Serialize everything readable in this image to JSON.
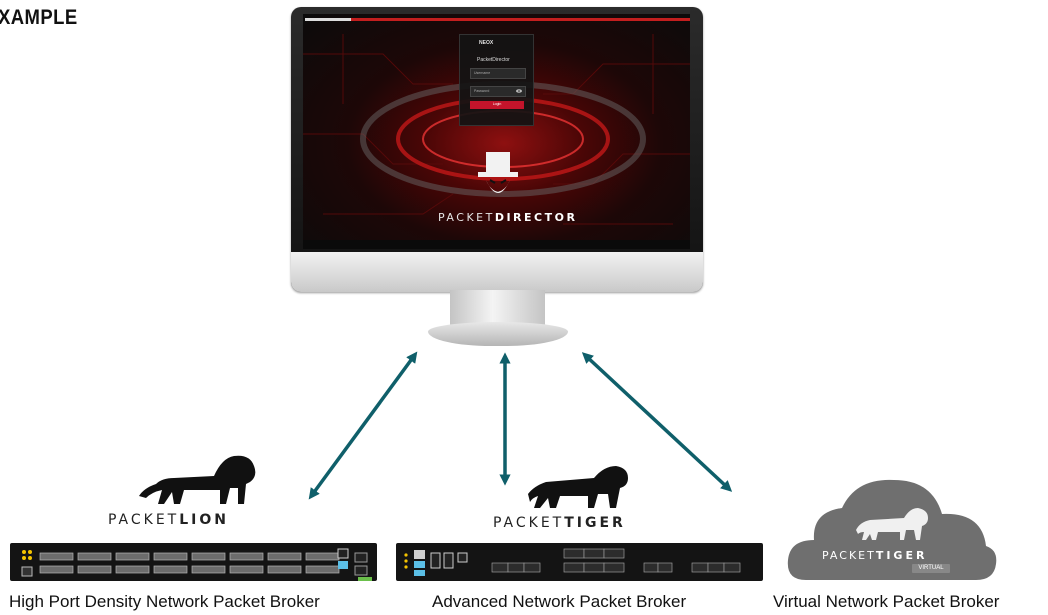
{
  "heading": "XAMPLE",
  "monitor": {
    "login": {
      "logo_text": "NEOX",
      "title": "PacketDirector",
      "username_placeholder": "Username",
      "password_placeholder": "Password",
      "login_button": "Login"
    },
    "brand_prefix": "PACKET",
    "brand_suffix": "DIRECTOR"
  },
  "products": [
    {
      "brand_prefix": "PACKET",
      "brand_suffix": "LION",
      "caption": "High Port Density Network Packet Broker"
    },
    {
      "brand_prefix": "PACKET",
      "brand_suffix": "TIGER",
      "caption": "Advanced Network Packet Broker"
    },
    {
      "brand_prefix": "PACKET",
      "brand_suffix": "TIGER",
      "badge": "VIRTUAL",
      "caption": "Virtual Network Packet Broker"
    }
  ],
  "colors": {
    "arrow": "#0f5f6a",
    "accent_red": "#c3142b",
    "cloud": "#6f6f6f"
  },
  "icons": [
    "lion-icon",
    "tiger-icon",
    "top-hat-icon",
    "bidirectional-arrow-icon",
    "cloud-icon",
    "eye-icon"
  ]
}
